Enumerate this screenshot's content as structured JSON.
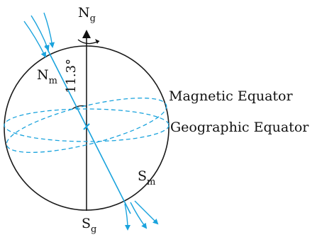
{
  "labels": {
    "geo_north": "N",
    "geo_north_sub": "g",
    "geo_south": "S",
    "geo_south_sub": "g",
    "mag_north": "N",
    "mag_north_sub": "m",
    "mag_south": "S",
    "mag_south_sub": "m",
    "angle": "11.3°",
    "magnetic_equator": "Magnetic Equator",
    "geographic_equator": "Geographic Equator"
  },
  "colors": {
    "outline": "#1a1a1a",
    "field": "#1aa3dd"
  }
}
